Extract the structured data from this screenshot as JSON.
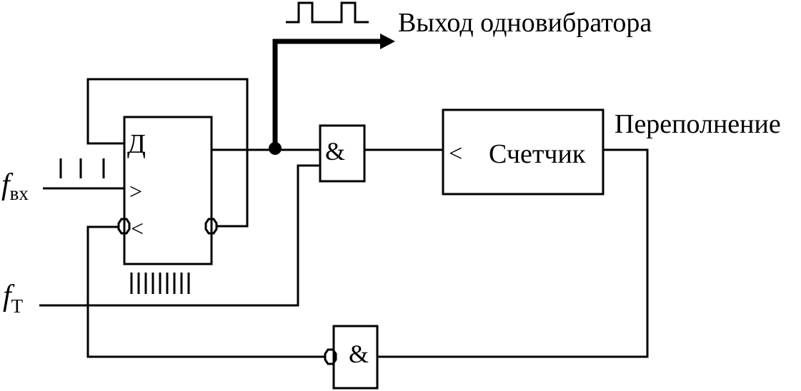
{
  "output_label": "Выход одновибратора",
  "overflow_label": "Переполнение",
  "counter": {
    "input_symbol": "<",
    "name": "Счетчик"
  },
  "flipflop": {
    "d_label": "Д",
    "clock_symbol": ">",
    "reset_symbol": "<"
  },
  "and_gate_symbol": "&",
  "and_gate2_symbol": "&",
  "input_fvx": {
    "f": "f",
    "sub": "вх"
  },
  "input_ft": {
    "f": "f",
    "sub": "Т"
  },
  "colors": {
    "ink": "#000000",
    "background": "#ffffff"
  }
}
